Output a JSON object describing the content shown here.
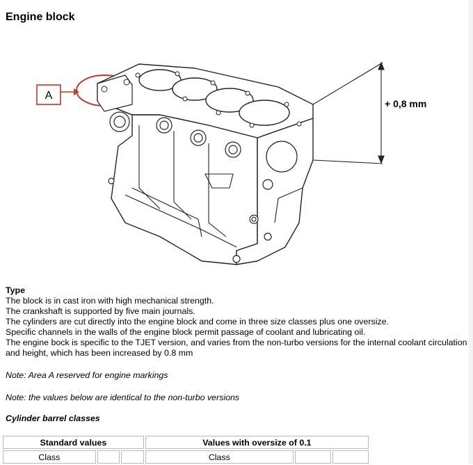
{
  "page": {
    "title": "Engine block",
    "figure": {
      "callout_label": "A",
      "dimension_label": "+ 0,8 mm"
    },
    "type_heading": "Type",
    "type_lines": [
      "The block is in cast iron with high mechanical strength.",
      "The crankshaft is supported by five main journals.",
      "The cylinders are cut directly into the engine block and come in three size classes plus one oversize.",
      "Specific channels in the walls of the engine block permit passage of coolant and lubricating oil.",
      "The engine bock is specific to the TJET version, and varies from the non-turbo versions for the internal coolant circulation and height, which has been increased by 0.8 mm"
    ],
    "note_area": "Note: Area A reserved for engine markings",
    "note_values": "Note: the values below are identical to the non-turbo versions",
    "cylinder_heading": "Cylinder barrel classes",
    "table": {
      "header_standard": "Standard values",
      "header_oversize": "Values with oversize of 0.1",
      "row1_label_left": "Class",
      "row1_label_right": "Class"
    }
  }
}
